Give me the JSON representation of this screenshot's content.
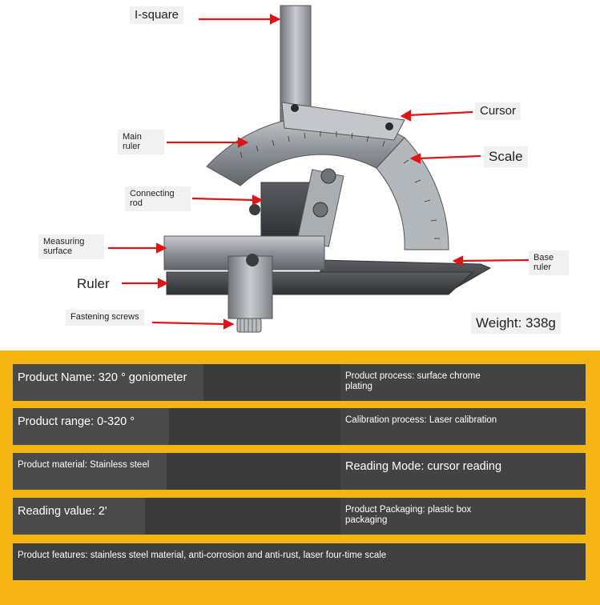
{
  "callouts": {
    "i_square": "I-square",
    "cursor": "Cursor",
    "main_ruler": "Main ruler",
    "scale": "Scale",
    "connecting_rod": "Connecting rod",
    "measuring_surface": "Measuring surface",
    "base_ruler": "Base ruler",
    "ruler": "Ruler",
    "fastening_screws": "Fastening screws",
    "weight": "Weight: 338g"
  },
  "specs": [
    {
      "left": "Product Name: 320 ° goniometer",
      "right": "Product process: surface chrome plating"
    },
    {
      "left": "Product range: 0-320 °",
      "right": "Calibration process: Laser calibration"
    },
    {
      "left": "Product material: Stainless steel",
      "right": "Reading Mode: cursor reading"
    },
    {
      "left": "Reading value: 2'",
      "right": "Product Packaging: plastic box packaging"
    }
  ],
  "features": "Product features: stainless steel material, anti-corrosion and anti-rust, laser four-time scale",
  "colors": {
    "arrow": "#e01414",
    "banner": "#f4b512",
    "row_bg": "#3b3b3b",
    "steel": "#9aa0a6"
  }
}
